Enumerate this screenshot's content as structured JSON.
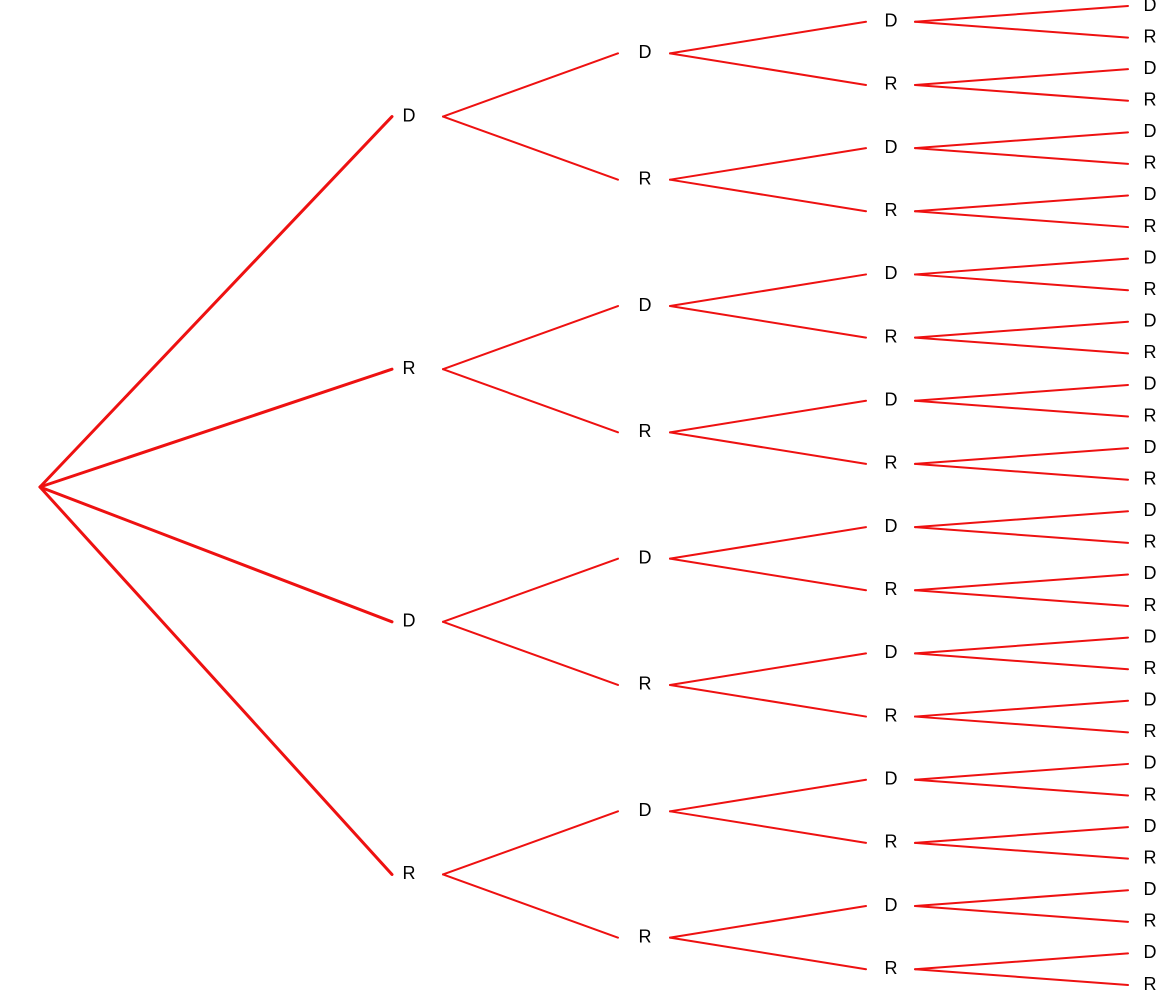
{
  "colors": {
    "edge": "#ee1111",
    "label": "#000000",
    "background": "#ffffff"
  },
  "tree": {
    "children": [
      {
        "label": "D",
        "children": [
          {
            "label": "D",
            "children": [
              {
                "label": "D",
                "children": [
                  {
                    "label": "D"
                  },
                  {
                    "label": "R"
                  }
                ]
              },
              {
                "label": "R",
                "children": [
                  {
                    "label": "D"
                  },
                  {
                    "label": "R"
                  }
                ]
              }
            ]
          },
          {
            "label": "R",
            "children": [
              {
                "label": "D",
                "children": [
                  {
                    "label": "D"
                  },
                  {
                    "label": "R"
                  }
                ]
              },
              {
                "label": "R",
                "children": [
                  {
                    "label": "D"
                  },
                  {
                    "label": "R"
                  }
                ]
              }
            ]
          }
        ]
      },
      {
        "label": "R",
        "children": [
          {
            "label": "D",
            "children": [
              {
                "label": "D",
                "children": [
                  {
                    "label": "D"
                  },
                  {
                    "label": "R"
                  }
                ]
              },
              {
                "label": "R",
                "children": [
                  {
                    "label": "D"
                  },
                  {
                    "label": "R"
                  }
                ]
              }
            ]
          },
          {
            "label": "R",
            "children": [
              {
                "label": "D",
                "children": [
                  {
                    "label": "D"
                  },
                  {
                    "label": "R"
                  }
                ]
              },
              {
                "label": "R",
                "children": [
                  {
                    "label": "D"
                  },
                  {
                    "label": "R"
                  }
                ]
              }
            ]
          }
        ]
      },
      {
        "label": "D",
        "children": [
          {
            "label": "D",
            "children": [
              {
                "label": "D",
                "children": [
                  {
                    "label": "D"
                  },
                  {
                    "label": "R"
                  }
                ]
              },
              {
                "label": "R",
                "children": [
                  {
                    "label": "D"
                  },
                  {
                    "label": "R"
                  }
                ]
              }
            ]
          },
          {
            "label": "R",
            "children": [
              {
                "label": "D",
                "children": [
                  {
                    "label": "D"
                  },
                  {
                    "label": "R"
                  }
                ]
              },
              {
                "label": "R",
                "children": [
                  {
                    "label": "D"
                  },
                  {
                    "label": "R"
                  }
                ]
              }
            ]
          }
        ]
      },
      {
        "label": "R",
        "children": [
          {
            "label": "D",
            "children": [
              {
                "label": "D",
                "children": [
                  {
                    "label": "D"
                  },
                  {
                    "label": "R"
                  }
                ]
              },
              {
                "label": "R",
                "children": [
                  {
                    "label": "D"
                  },
                  {
                    "label": "R"
                  }
                ]
              }
            ]
          },
          {
            "label": "R",
            "children": [
              {
                "label": "D",
                "children": [
                  {
                    "label": "D"
                  },
                  {
                    "label": "R"
                  }
                ]
              },
              {
                "label": "R",
                "children": [
                  {
                    "label": "D"
                  },
                  {
                    "label": "R"
                  }
                ]
              }
            ]
          }
        ]
      }
    ]
  }
}
